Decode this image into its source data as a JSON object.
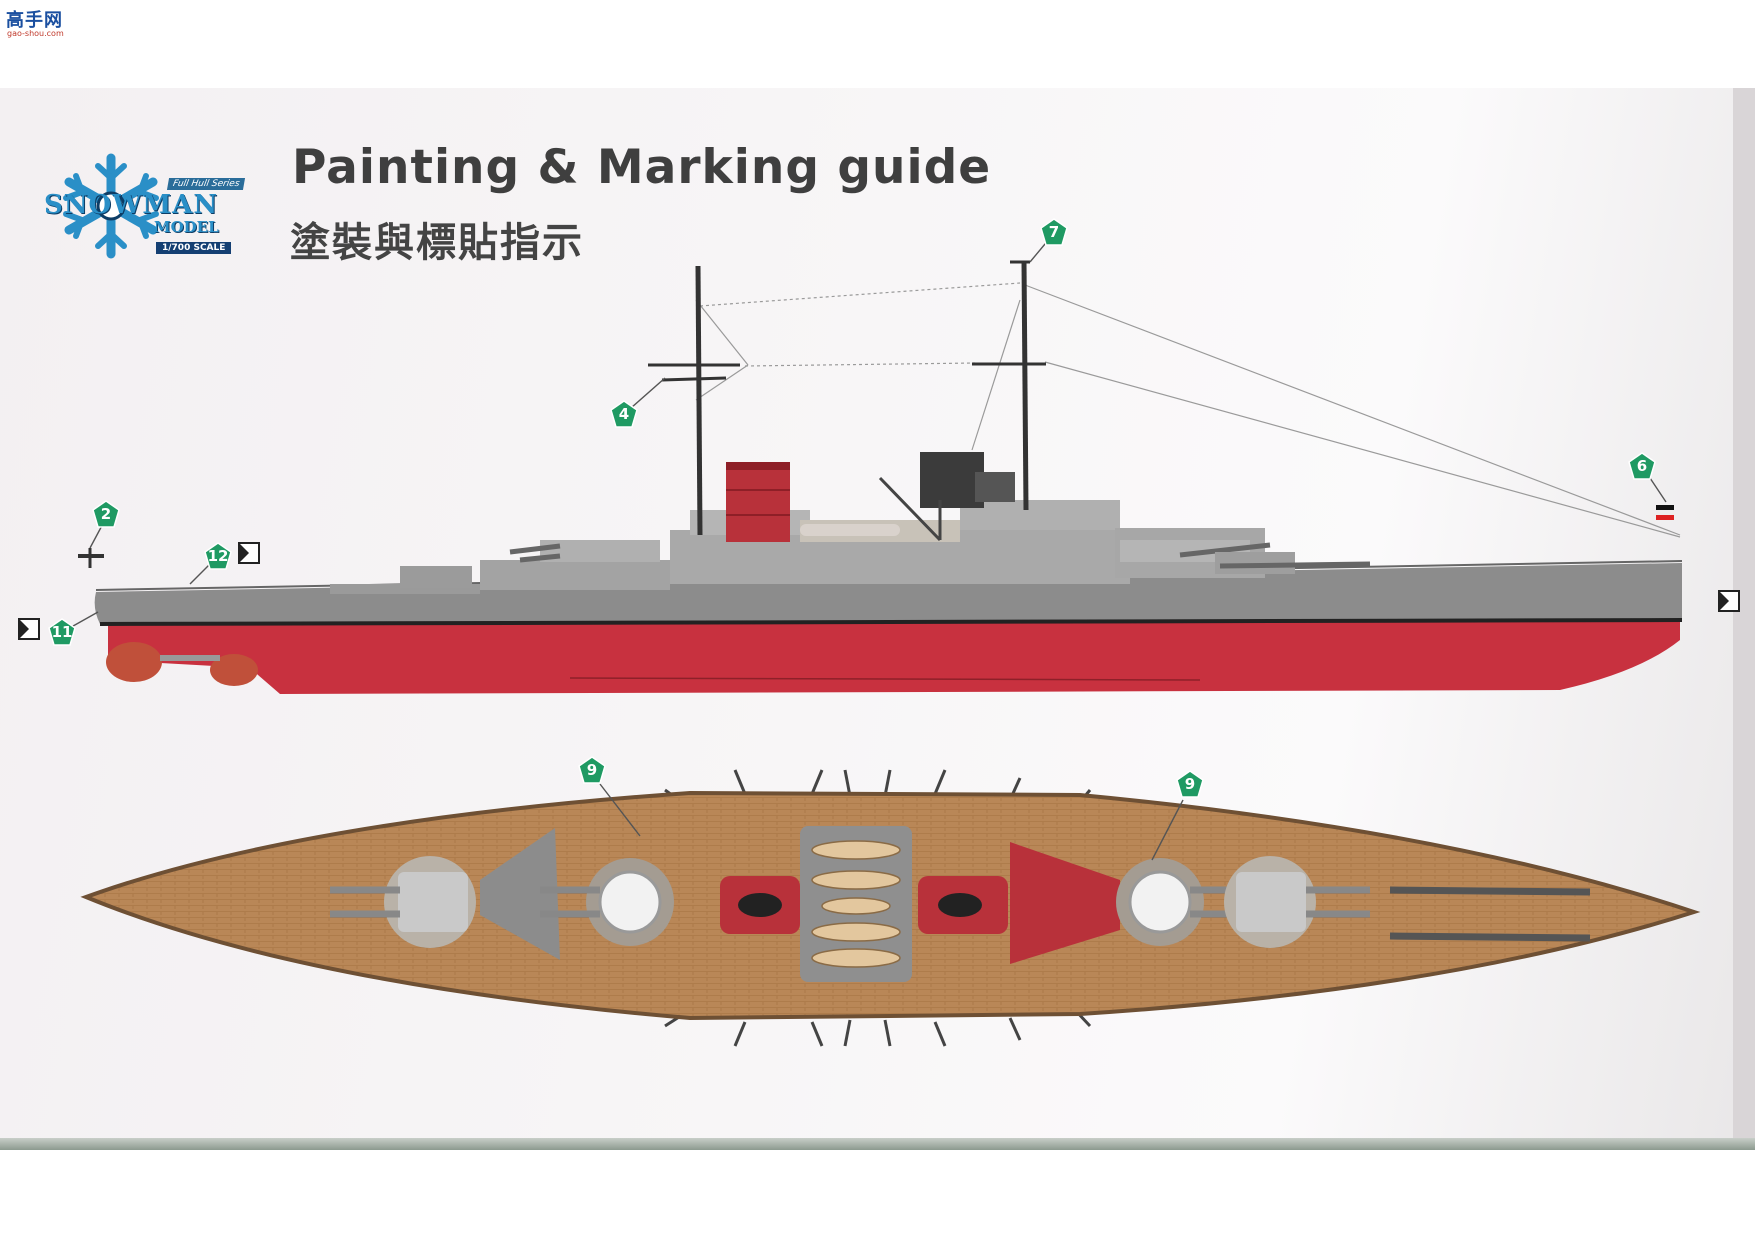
{
  "site": {
    "logo_cn": "高手网",
    "logo_url": "gao-shou.com"
  },
  "brand": {
    "word1": "SNOWMAN",
    "word2": "MODEL",
    "series": "Full Hull Series",
    "scale": "1/700 SCALE"
  },
  "title": {
    "english": "Painting & Marking guide",
    "chinese": "塗裝與標貼指示"
  },
  "callouts": [
    "7",
    "4",
    "6",
    "2",
    "12",
    "11",
    "9",
    "9"
  ],
  "colors": {
    "hull_red": "#c8313f",
    "hull_grey": "#8e8e8e",
    "deck_wood": "#b88556",
    "callout_green": "#1f9a63",
    "funnel_red": "#b8313a",
    "funnel_dark": "#3b3b3b"
  }
}
